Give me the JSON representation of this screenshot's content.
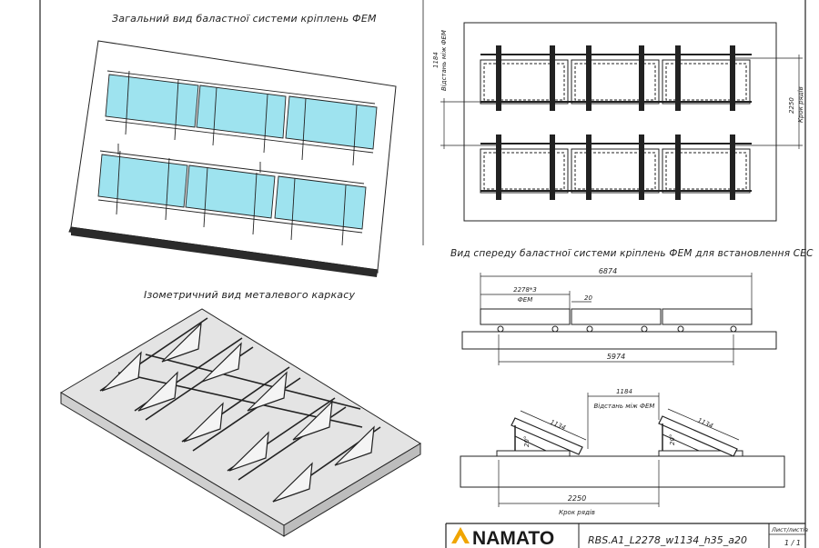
{
  "titles": {
    "general_view": "Загальний вид баластної системи кріплень ФЕМ",
    "isometric_view": "Ізометричний вид металевого каркасу",
    "front_view": "Вид спереду баластної системи кріплень ФЕМ для встановлення СЕС"
  },
  "top_view_dims": {
    "module_distance_value": "1184",
    "module_distance_label": "Відстань між ФЕМ",
    "row_pitch_value": "2250",
    "row_pitch_label": "Крок рядів"
  },
  "front_view_dims": {
    "overall_length": "6874",
    "module_span": "2278*3",
    "module_span_label": "ФЕМ",
    "gap": "20",
    "base_length": "5974"
  },
  "side_view_dims": {
    "module_distance_value": "1184",
    "module_distance_label": "Відстань між ФЕМ",
    "panel_length_left": "1134",
    "panel_length_right": "1134",
    "tilt_left": "20°",
    "tilt_right": "20°",
    "row_pitch_value": "2250",
    "row_pitch_label": "Крок рядів"
  },
  "title_block": {
    "brand": "NAMATO",
    "drawing_code": "RBS.A1_L2278_w1134_h35_a20",
    "sheet_label": "Лист/листів",
    "sheet_value": "1 / 1"
  },
  "colors": {
    "panel_fill": "#9ee3ef",
    "line": "#222222",
    "base_fill": "#e4e4e4"
  }
}
